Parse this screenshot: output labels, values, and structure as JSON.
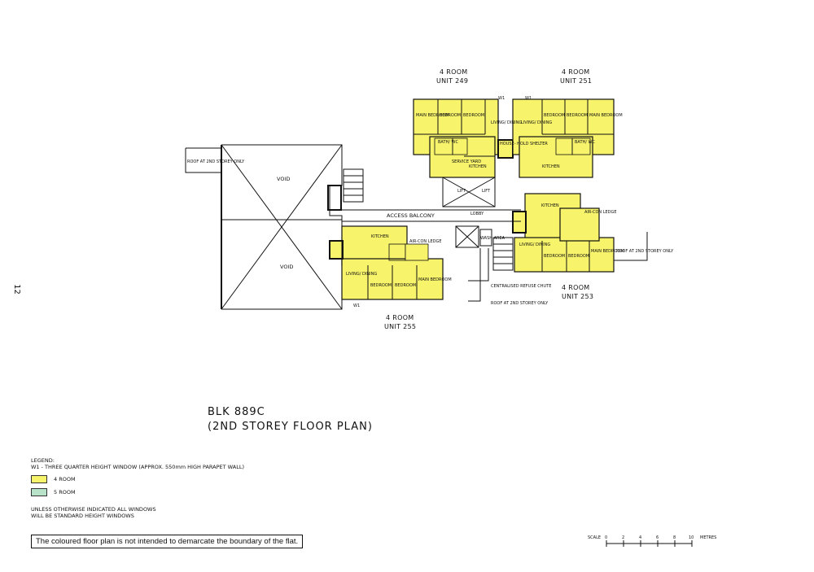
{
  "page_number": "12",
  "title": {
    "block": "BLK 889C",
    "subtitle": "(2ND STOREY FLOOR PLAN)"
  },
  "units": [
    {
      "type": "4 ROOM",
      "unit": "UNIT 249"
    },
    {
      "type": "4 ROOM",
      "unit": "UNIT 251"
    },
    {
      "type": "4 ROOM",
      "unit": "UNIT 253"
    },
    {
      "type": "4 ROOM",
      "unit": "UNIT 255"
    }
  ],
  "rooms": {
    "main_bedroom": "MAIN BEDROOM",
    "bedroom": "BEDROOM",
    "living_dining": "LIVING/ DINING",
    "kitchen": "KITCHEN",
    "bath_wc": "BATH/ WC",
    "household_shelter": "HOUSE- HOLD SHELTER",
    "air_con_ledge": "AIR-CON LEDGE",
    "service_yard": "SERVICE YARD"
  },
  "labels": {
    "void": "VOID",
    "roof_2nd": "ROOF AT 2ND STOREY ONLY",
    "access_balcony": "ACCESS   BALCONY",
    "lobby": "LOBBY",
    "lift": "LIFT",
    "wash_area": "WASH AREA",
    "refuse_chute": "CENTRALISED REFUSE CHUTE",
    "w1": "W1"
  },
  "legend": {
    "heading": "LEGEND:",
    "w1_note": "W1 - THREE QUARTER HEIGHT WINDOW (APPROX. 550mm HIGH PARAPET WALL)",
    "items": [
      {
        "label": "4 ROOM",
        "color": "#f7f36b"
      },
      {
        "label": "5 ROOM",
        "color": "#b9e3c9"
      }
    ],
    "note_line1": "UNLESS OTHERWISE INDICATED ALL WINDOWS",
    "note_line2": "WILL BE STANDARD HEIGHT WINDOWS"
  },
  "disclaimer": "The coloured floor plan is not intended to demarcate the boundary of the flat.",
  "scale": {
    "label": "SCALE",
    "ticks": [
      "0",
      "2",
      "4",
      "6",
      "8",
      "10"
    ],
    "unit": "METRES"
  },
  "colors": {
    "four_room": "#f7f36b",
    "five_room": "#b9e3c9",
    "line": "#111111"
  }
}
